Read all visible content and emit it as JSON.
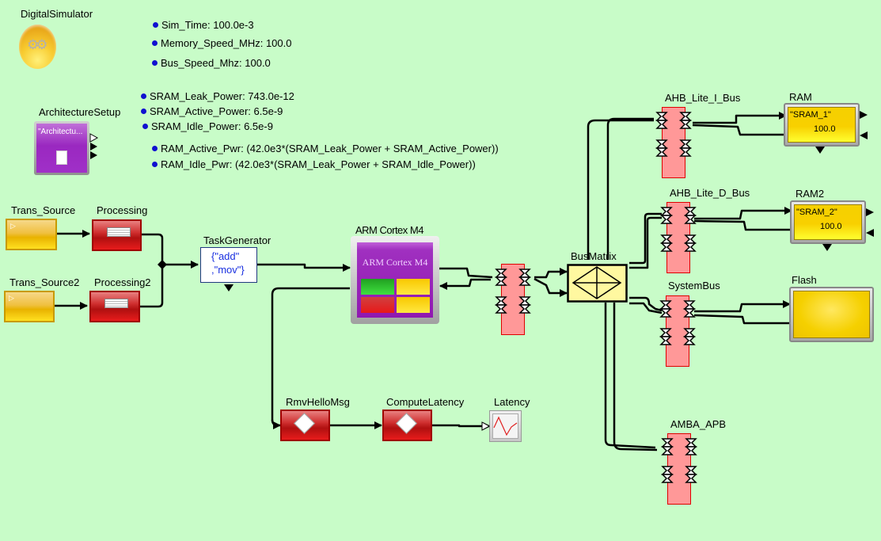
{
  "diagram": {
    "background_color": "#c8fcc8",
    "director": {
      "label": "DigitalSimulator",
      "icon": "gears-icon"
    },
    "top_parameters": [
      {
        "name": "Sim_Time",
        "value": "100.0e-3"
      },
      {
        "name": "Memory_Speed_MHz",
        "value": "100.0"
      },
      {
        "name": "Bus_Speed_Mhz",
        "value": "100.0"
      }
    ],
    "power_parameters": [
      {
        "name": "SRAM_Leak_Power",
        "value": "743.0e-12"
      },
      {
        "name": "SRAM_Active_Power",
        "value": "6.5e-9"
      },
      {
        "name": "SRAM_Idle_Power",
        "value": "6.5e-9"
      }
    ],
    "ram_parameters": [
      {
        "name": "RAM_Active_Pwr",
        "value": "(42.0e3*(SRAM_Leak_Power + SRAM_Active_Power))"
      },
      {
        "name": "RAM_Idle_Pwr",
        "value": "(42.0e3*(SRAM_Leak_Power + SRAM_Idle_Power))"
      }
    ],
    "arch_setup": {
      "label": "ArchitectureSetup",
      "content": "\"Architectu..."
    },
    "sources": [
      {
        "label": "Trans_Source"
      },
      {
        "label": "Trans_Source2"
      }
    ],
    "processing": [
      {
        "label": "Processing"
      },
      {
        "label": "Processing2"
      }
    ],
    "task_generator": {
      "label": "TaskGenerator",
      "line1": "{\"add\"",
      "line2": ",\"mov\"}"
    },
    "cpu": {
      "label": "ARM Cortex M4",
      "inner_title": "ARM Cortex M4"
    },
    "bus_matrix": {
      "label": "BusMatrix"
    },
    "buses": [
      {
        "label": "AHB_Lite_I_Bus"
      },
      {
        "label": "AHB_Lite_D_Bus"
      },
      {
        "label": "SystemBus"
      },
      {
        "label": "AMBA_APB"
      }
    ],
    "memories": [
      {
        "label": "RAM",
        "name": "\"SRAM_1\"",
        "speed": "100.0"
      },
      {
        "label": "RAM2",
        "name": "\"SRAM_2\"",
        "speed": "100.0"
      },
      {
        "label": "Flash"
      }
    ],
    "latency_chain": {
      "rmv": {
        "label": "RmvHelloMsg"
      },
      "compute": {
        "label": "ComputeLatency"
      },
      "plot": {
        "label": "Latency"
      }
    }
  }
}
